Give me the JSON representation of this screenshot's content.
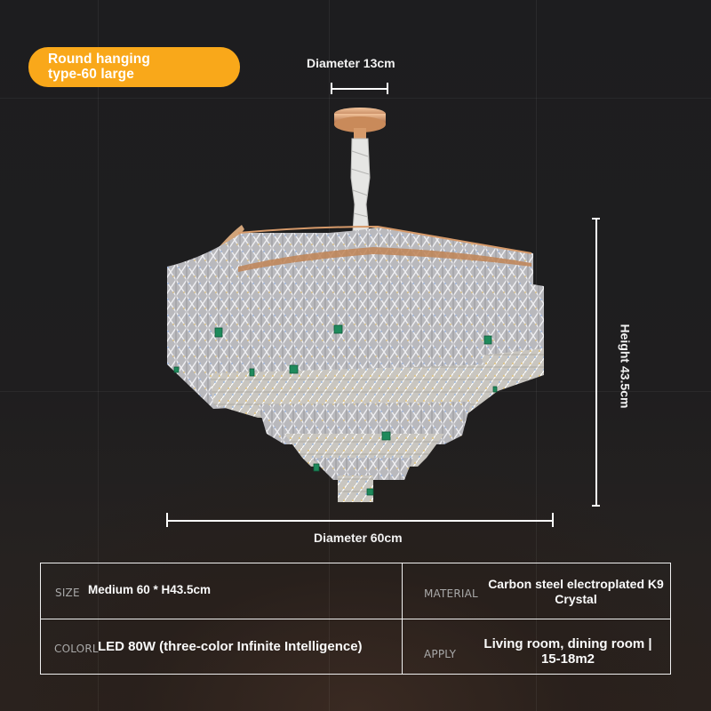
{
  "badge": {
    "line1": "Round hanging",
    "line2": "type-60 large",
    "color": "#f9a81a"
  },
  "dimensions": {
    "top_diameter": "Diameter 13cm",
    "bottom_diameter": "Diameter 60cm",
    "height": "Height 43.5cm"
  },
  "product": {
    "name": "crystal-chandelier",
    "accent_colors": {
      "metal": "#c98a5a",
      "crystal": "#d8d8dc",
      "gem": "#1f8a5c"
    }
  },
  "specs": {
    "size": {
      "label": "SIZE",
      "value": "Medium 60 * H43.5cm"
    },
    "material": {
      "label": "MATERIAL",
      "value_line1": "Carbon steel electroplated K9",
      "value_line2": "Crystal"
    },
    "color": {
      "label": "COLORL",
      "value": "LED 80W (three-color Infinite Intelligence)"
    },
    "apply": {
      "label": "APPLY",
      "value_line1": "Living room, dining room |",
      "value_line2": "15-18m2"
    }
  }
}
